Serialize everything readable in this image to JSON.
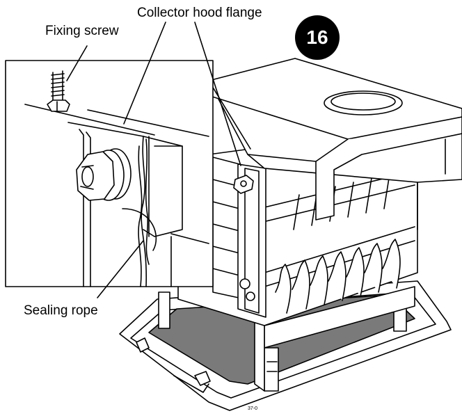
{
  "figure": {
    "step_number": "16",
    "labels": {
      "collector_hood_flange": "Collector hood flange",
      "fixing_screw": "Fixing screw",
      "sealing_rope": "Sealing rope"
    },
    "reference_code": "37-0"
  },
  "colors": {
    "line": "#000000",
    "background": "#ffffff",
    "tray_fill": "#7a7a7a",
    "badge_fill": "#000000"
  }
}
